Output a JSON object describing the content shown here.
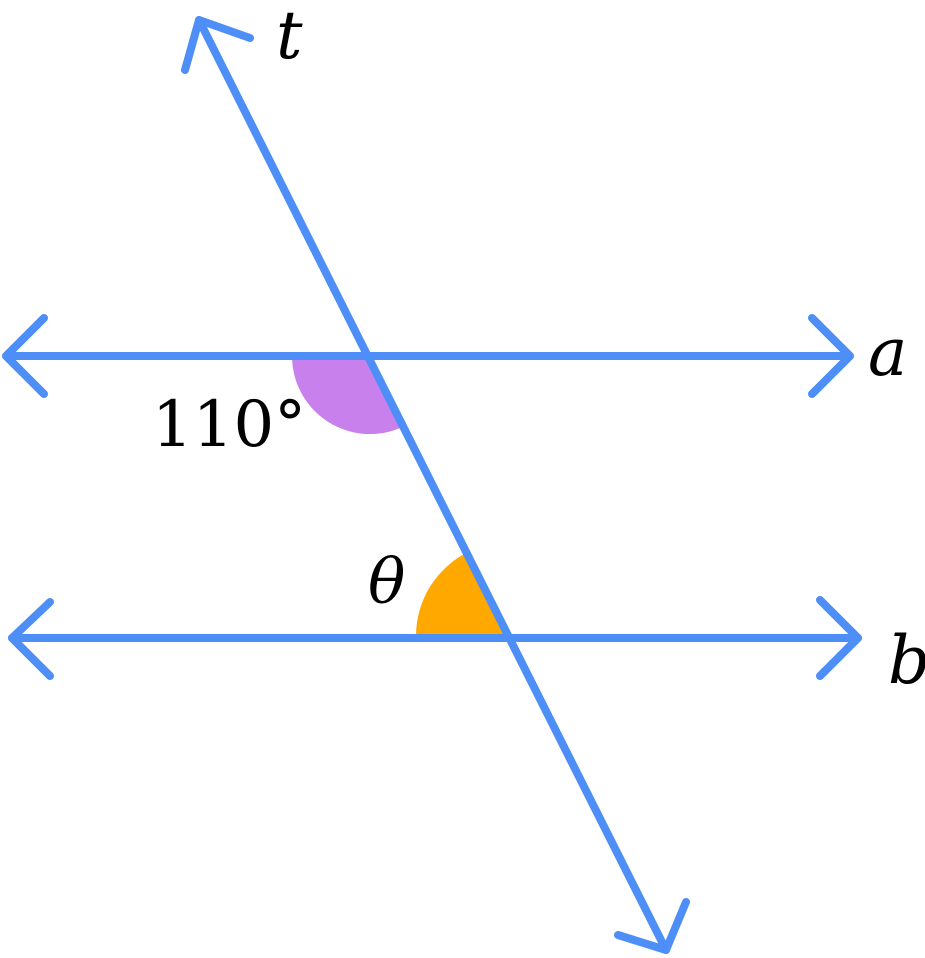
{
  "colors": {
    "line": "#4d8ef7",
    "given_angle": "#c880ec",
    "unknown_angle": "#ffa800",
    "text": "#000000"
  },
  "labels": {
    "transversal": "t",
    "line_a": "a",
    "line_b": "b",
    "given_angle": "110°",
    "unknown_angle": "θ"
  }
}
